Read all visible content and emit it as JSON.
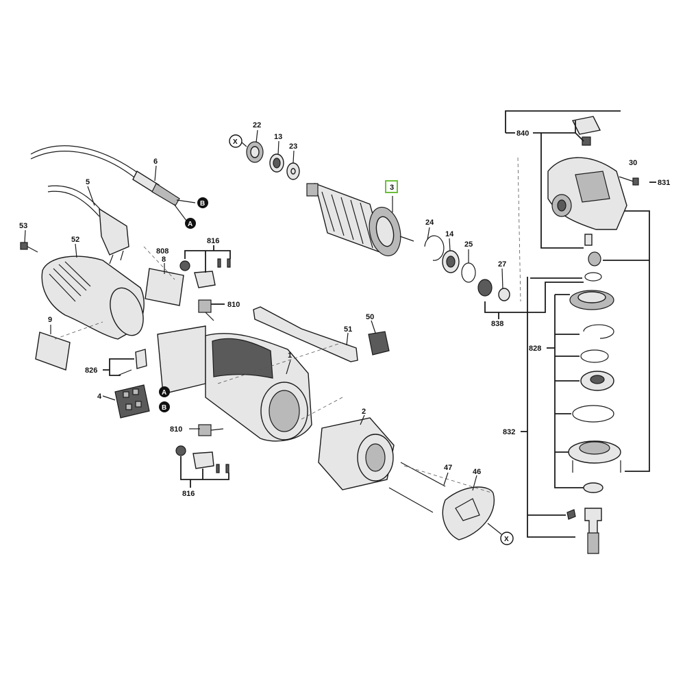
{
  "highlight_color": "#6bbf3a",
  "connector_markers": {
    "a": "A",
    "b": "B",
    "x": "X"
  },
  "part_labels": {
    "p1": "1",
    "p2": "2",
    "p3": "3",
    "p4": "4",
    "p5": "5",
    "p6": "6",
    "p8": "8",
    "p9": "9",
    "p13": "13",
    "p14": "14",
    "p22": "22",
    "p23": "23",
    "p24": "24",
    "p25": "25",
    "p27": "27",
    "p30": "30",
    "p46": "46",
    "p47": "47",
    "p50": "50",
    "p51": "51",
    "p52": "52",
    "p53": "53",
    "p808": "808",
    "p810_top": "810",
    "p810_bottom": "810",
    "p816_top": "816",
    "p816_bottom": "816",
    "p826": "826",
    "p828": "828",
    "p831": "831",
    "p832": "832",
    "p838": "838",
    "p840": "840"
  },
  "highlighted_part": "3"
}
